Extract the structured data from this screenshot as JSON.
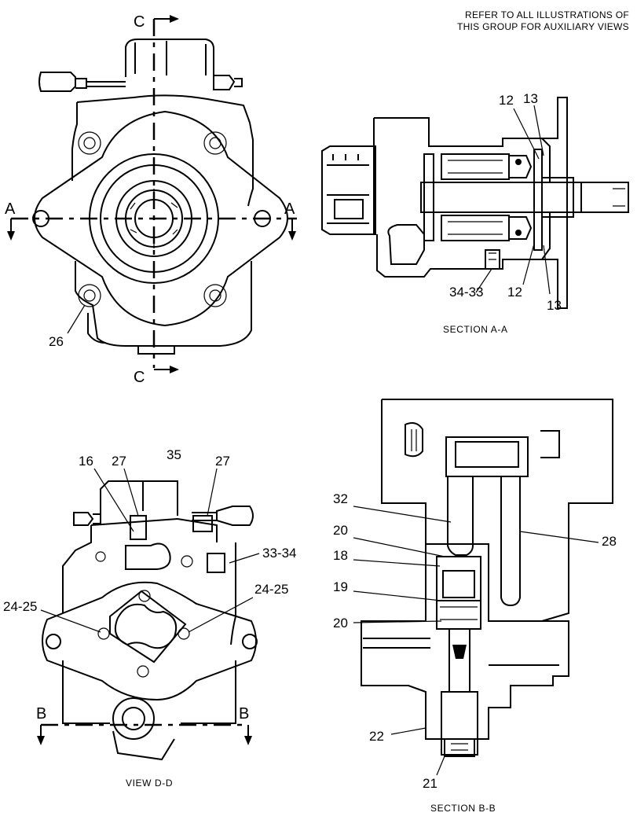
{
  "note": {
    "line1": "REFER TO ALL ILLUSTRATIONS OF",
    "line2": "THIS GROUP FOR AUXILIARY VIEWS"
  },
  "section_markers": {
    "a_left": "A",
    "a_right": "A",
    "c_top": "C",
    "c_bottom": "C",
    "b_left": "B",
    "b_right": "B"
  },
  "captions": {
    "section_aa": "SECTION  A-A",
    "view_dd": "VIEW D-D",
    "section_bb": "SECTION  B-B"
  },
  "callouts": {
    "front_view": [
      "26"
    ],
    "section_aa": [
      "12",
      "13",
      "34-33",
      "12",
      "13"
    ],
    "view_dd": [
      "16",
      "27",
      "35",
      "27",
      "33-34",
      "24-25",
      "24-25"
    ],
    "section_bb": [
      "32",
      "20",
      "18",
      "19",
      "20",
      "28",
      "22",
      "21"
    ]
  }
}
